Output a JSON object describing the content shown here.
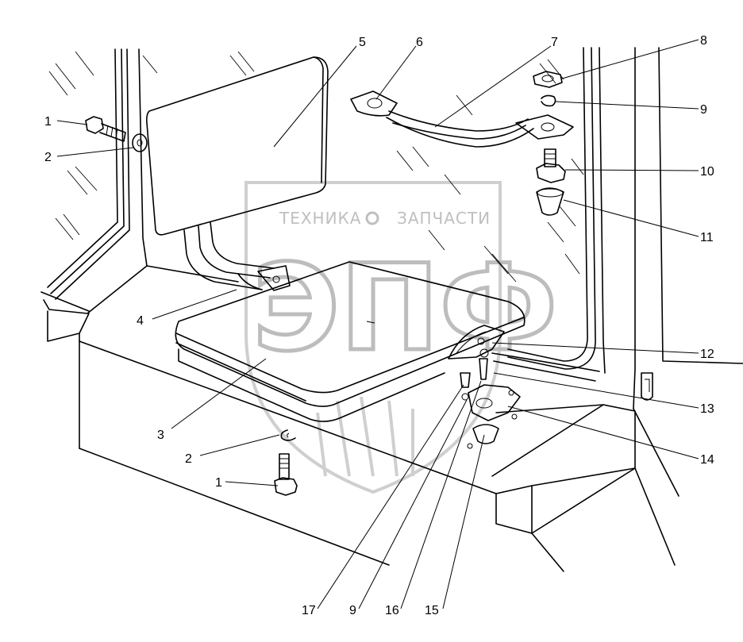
{
  "watermark": {
    "text_left": "ТЕХНИКА",
    "text_right": "ЗАПЧАСТИ",
    "logo_letters": "ЭПФ"
  },
  "callouts": [
    {
      "id": "c1a",
      "label": "1"
    },
    {
      "id": "c2a",
      "label": "2"
    },
    {
      "id": "c4",
      "label": "4"
    },
    {
      "id": "c5",
      "label": "5"
    },
    {
      "id": "c6",
      "label": "6"
    },
    {
      "id": "c7",
      "label": "7"
    },
    {
      "id": "c8",
      "label": "8"
    },
    {
      "id": "c9a",
      "label": "9"
    },
    {
      "id": "c10",
      "label": "10"
    },
    {
      "id": "c11",
      "label": "11"
    },
    {
      "id": "c12",
      "label": "12"
    },
    {
      "id": "c13",
      "label": "13"
    },
    {
      "id": "c14",
      "label": "14"
    },
    {
      "id": "c3",
      "label": "3"
    },
    {
      "id": "c2b",
      "label": "2"
    },
    {
      "id": "c1b",
      "label": "1"
    },
    {
      "id": "c17",
      "label": "17"
    },
    {
      "id": "c9b",
      "label": "9"
    },
    {
      "id": "c16",
      "label": "16"
    },
    {
      "id": "c15",
      "label": "15"
    }
  ]
}
